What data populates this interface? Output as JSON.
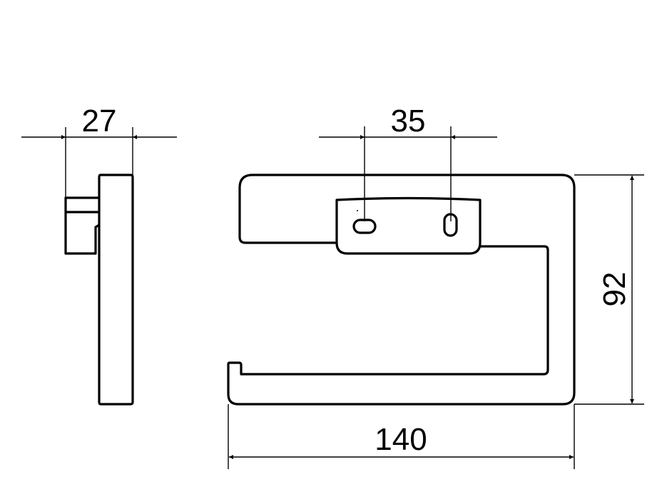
{
  "dimensions": {
    "depth": "27",
    "hole_spacing": "35",
    "height": "92",
    "width": "140"
  },
  "unit_note": "",
  "colors": {
    "line": "#000000",
    "background": "#ffffff"
  }
}
